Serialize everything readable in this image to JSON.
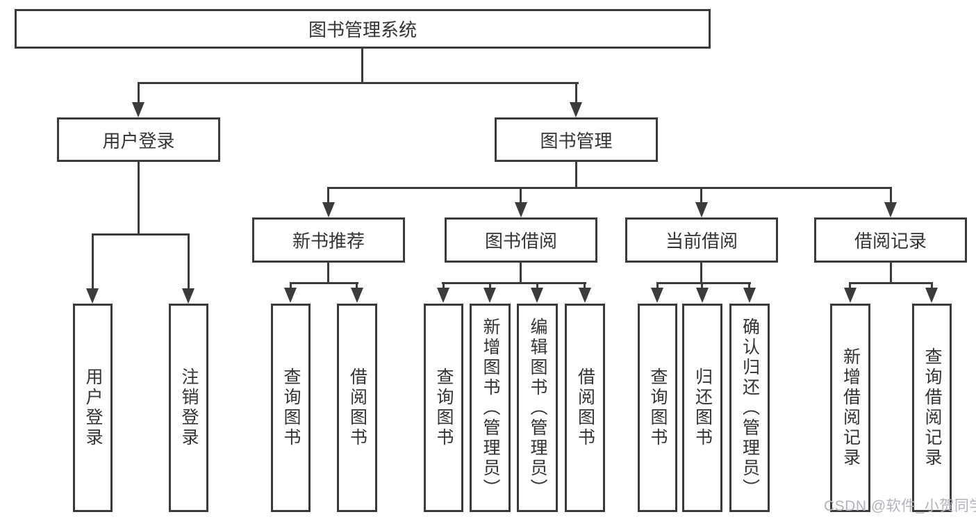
{
  "diagram_type": "tree",
  "tree": {
    "label": "图书管理系统",
    "children": [
      {
        "label": "用户登录",
        "children": [
          {
            "label": "用户登录"
          },
          {
            "label": "注销登录"
          }
        ]
      },
      {
        "label": "图书管理",
        "children": [
          {
            "label": "新书推荐",
            "children": [
              {
                "label": "查询图书"
              },
              {
                "label": "借阅图书"
              }
            ]
          },
          {
            "label": "图书借阅",
            "children": [
              {
                "label": "查询图书"
              },
              {
                "label": "新增图书（管理员）"
              },
              {
                "label": "编辑图书（管理员）"
              },
              {
                "label": "借阅图书"
              }
            ]
          },
          {
            "label": "当前借阅",
            "children": [
              {
                "label": "查询图书"
              },
              {
                "label": "归还图书"
              },
              {
                "label": "确认归还（管理员）"
              }
            ]
          },
          {
            "label": "借阅记录",
            "children": [
              {
                "label": "新增借阅记录"
              },
              {
                "label": "查询借阅记录"
              }
            ]
          }
        ]
      }
    ]
  },
  "watermark": {
    "text": "CSDN @软件_小贺同学",
    "color": "#b3b3bb"
  },
  "colors": {
    "line": "#3b3b3b",
    "box_border": "#3b3b3b",
    "text": "#333333",
    "background": "#ffffff"
  }
}
